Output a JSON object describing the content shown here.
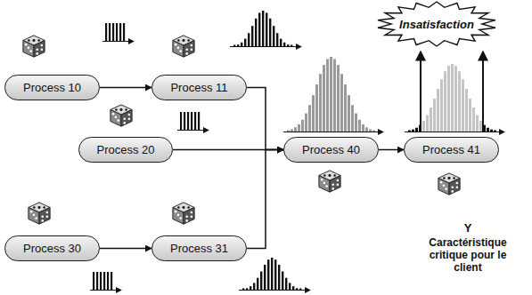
{
  "diagram": {
    "nodes": [
      {
        "text": [
          "Insatisfaction"
        ]
      },
      {
        "text": [
          "Process 10"
        ]
      },
      {
        "text": [
          "Process 11"
        ]
      },
      {
        "text": [
          "Process 20"
        ]
      },
      {
        "text": [
          "Process 40"
        ]
      },
      {
        "text": [
          "Process 41"
        ]
      },
      {
        "text": [
          "Process 30"
        ]
      },
      {
        "text": [
          "Process 31"
        ]
      }
    ],
    "edges": [
      {
        "from": 1,
        "to": 2,
        "arrow": "to"
      },
      {
        "from": 2,
        "to": 4,
        "arrow": "to"
      },
      {
        "from": 3,
        "to": 4,
        "arrow": "to"
      },
      {
        "from": 6,
        "to": 7,
        "arrow": "to"
      },
      {
        "from": 7,
        "to": 4,
        "arrow": "to"
      },
      {
        "from": 4,
        "to": 5,
        "arrow": "to"
      }
    ],
    "labels": [
      "Y",
      "Caractéristique critique pour le client"
    ]
  }
}
